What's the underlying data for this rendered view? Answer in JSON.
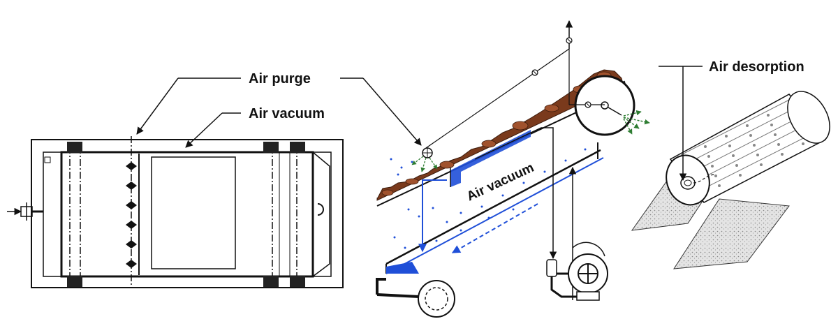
{
  "labels": {
    "air_purge": "Air purge",
    "air_vacuum": "Air vacuum",
    "air_vacuum_belt": "Air vacuum",
    "air_desorption": "Air desorption"
  },
  "colors": {
    "line": "#111111",
    "blue": "#1f4fd8",
    "sludge": "#7a3a1c",
    "green_arrow": "#2e7d32",
    "cake": "#d9d9d9"
  },
  "icons": [
    "valve-icon",
    "blower-icon",
    "pump-icon",
    "roller-icon"
  ]
}
